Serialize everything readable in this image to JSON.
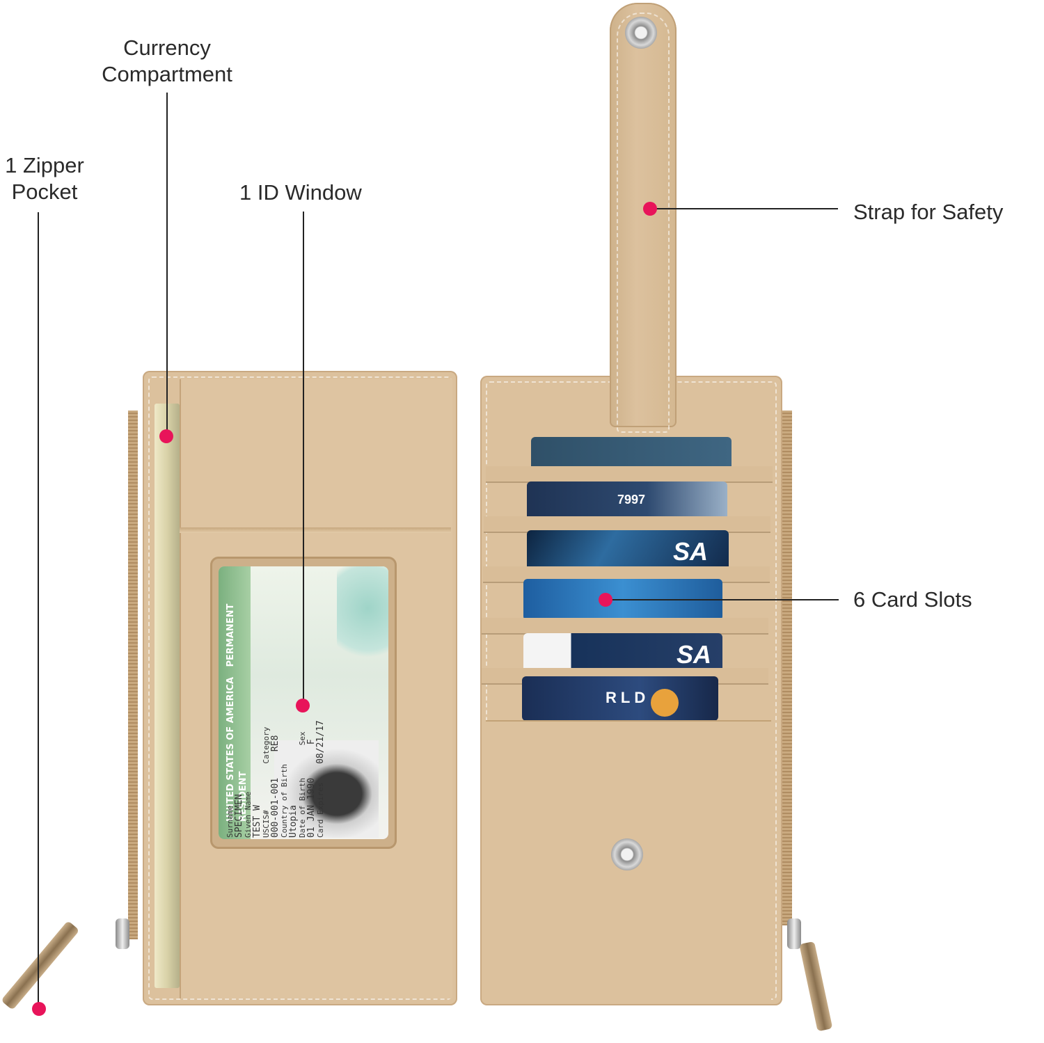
{
  "colors": {
    "accent_dot": "#e8145a",
    "leather": "#dcc19d",
    "leather_dark": "#c8a87e",
    "leader_line": "#222222"
  },
  "callouts": {
    "currency_compartment": "Currency\nCompartment",
    "zipper_pocket": "1 Zipper\nPocket",
    "id_window": "1 ID Window",
    "strap": "Strap for Safety",
    "card_slots": "6 Card Slots"
  },
  "id_card": {
    "country": "UNITED STATES OF AMERICA",
    "title": "PERMANENT RESIDENT",
    "surname_label": "Surname",
    "surname": "SPECIMEN",
    "given_name_label": "Given Name",
    "given_name": "TEST W",
    "uscis": "USCIS#",
    "number": "000-001-001",
    "category_label": "Category",
    "category": "RE8",
    "birth_country_label": "Country of Birth",
    "birth_country": "Utopia",
    "dob_label": "Date of Birth",
    "dob": "01 JAN 1990",
    "sex_label": "Sex",
    "sex": "F",
    "expires_label": "Card Expires",
    "expires": "08/21/17"
  },
  "cards": [
    {
      "text": ""
    },
    {
      "text": "7997"
    },
    {
      "text": "SA"
    },
    {
      "text": ""
    },
    {
      "text": "SA"
    },
    {
      "text": "RLD"
    }
  ]
}
